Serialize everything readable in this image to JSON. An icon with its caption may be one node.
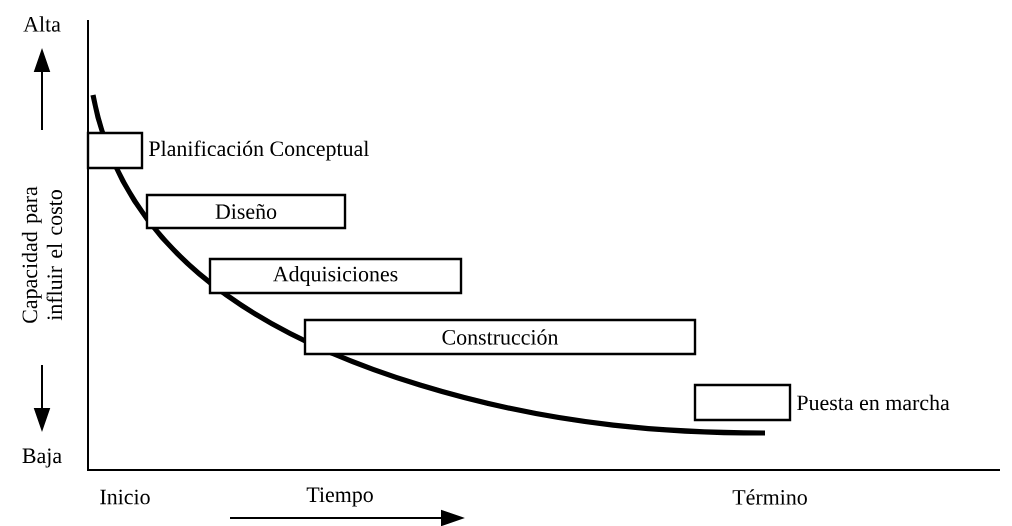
{
  "diagram": {
    "nodes": [
      {
        "text": [
          "Planificación Conceptual"
        ]
      },
      {
        "text": [
          "Diseño"
        ]
      },
      {
        "text": [
          "Adquisiciones"
        ]
      },
      {
        "text": [
          "Construcción"
        ]
      },
      {
        "text": [
          "Puesta en marcha"
        ]
      }
    ],
    "labels": [
      "Alta",
      "Capacidad para influir el costo",
      "Baja",
      "Inicio",
      "Tiempo",
      "Término"
    ]
  }
}
